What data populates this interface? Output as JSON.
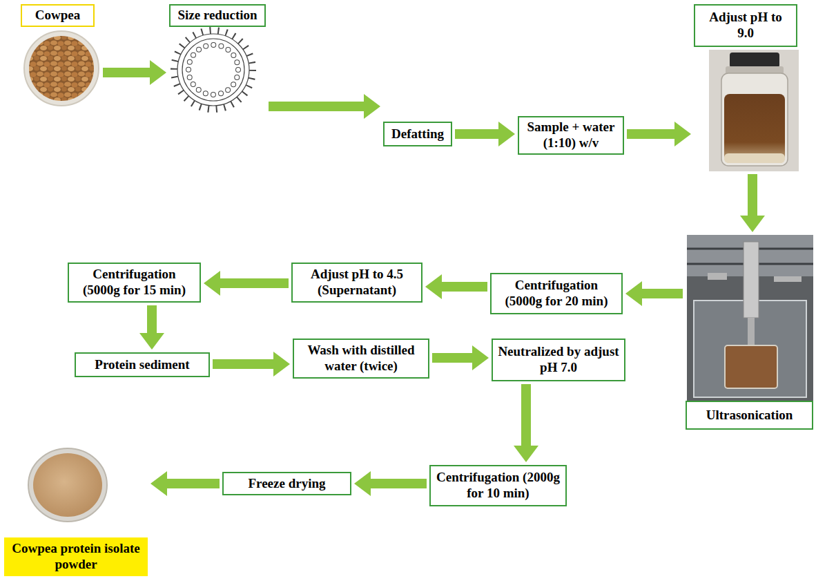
{
  "diagram": {
    "nodes": [
      {
        "text": [
          "Cowpea"
        ]
      },
      {
        "text": [
          "Size reduction"
        ]
      },
      {
        "text": [
          "Defatting"
        ]
      },
      {
        "text": [
          "Sample + water (1:10) w/v"
        ]
      },
      {
        "text": [
          "Adjust pH to 9.0"
        ]
      },
      {
        "text": [
          "Ultrasonication"
        ]
      },
      {
        "text": [
          "Centrifugation (5000g for 20 min)"
        ]
      },
      {
        "text": [
          "Adjust pH to 4.5 (Supernatant)"
        ]
      },
      {
        "text": [
          "Centrifugation (5000g for 15 min)"
        ]
      },
      {
        "text": [
          "Protein sediment"
        ]
      },
      {
        "text": [
          "Wash with distilled water (twice)"
        ]
      },
      {
        "text": [
          "Neutralized by adjust pH 7.0"
        ]
      },
      {
        "text": [
          "Centrifugation (2000g for 10 min)"
        ]
      },
      {
        "text": [
          "Freeze drying"
        ]
      },
      {
        "text": [
          "Cowpea protein isolate powder"
        ]
      }
    ],
    "edges": [
      {
        "from": 0,
        "to": 1,
        "arrow": "to"
      },
      {
        "from": 1,
        "to": 2,
        "arrow": "to"
      },
      {
        "from": 2,
        "to": 3,
        "arrow": "to"
      },
      {
        "from": 3,
        "to": 4,
        "arrow": "to"
      },
      {
        "from": 4,
        "to": 5,
        "arrow": "to"
      },
      {
        "from": 5,
        "to": 6,
        "arrow": "to"
      },
      {
        "from": 6,
        "to": 7,
        "arrow": "to"
      },
      {
        "from": 7,
        "to": 8,
        "arrow": "to"
      },
      {
        "from": 8,
        "to": 9,
        "arrow": "to"
      },
      {
        "from": 9,
        "to": 10,
        "arrow": "to"
      },
      {
        "from": 10,
        "to": 11,
        "arrow": "to"
      },
      {
        "from": 11,
        "to": 12,
        "arrow": "to"
      },
      {
        "from": 12,
        "to": 13,
        "arrow": "to"
      },
      {
        "from": 13,
        "to": 14,
        "arrow": "to"
      }
    ]
  }
}
